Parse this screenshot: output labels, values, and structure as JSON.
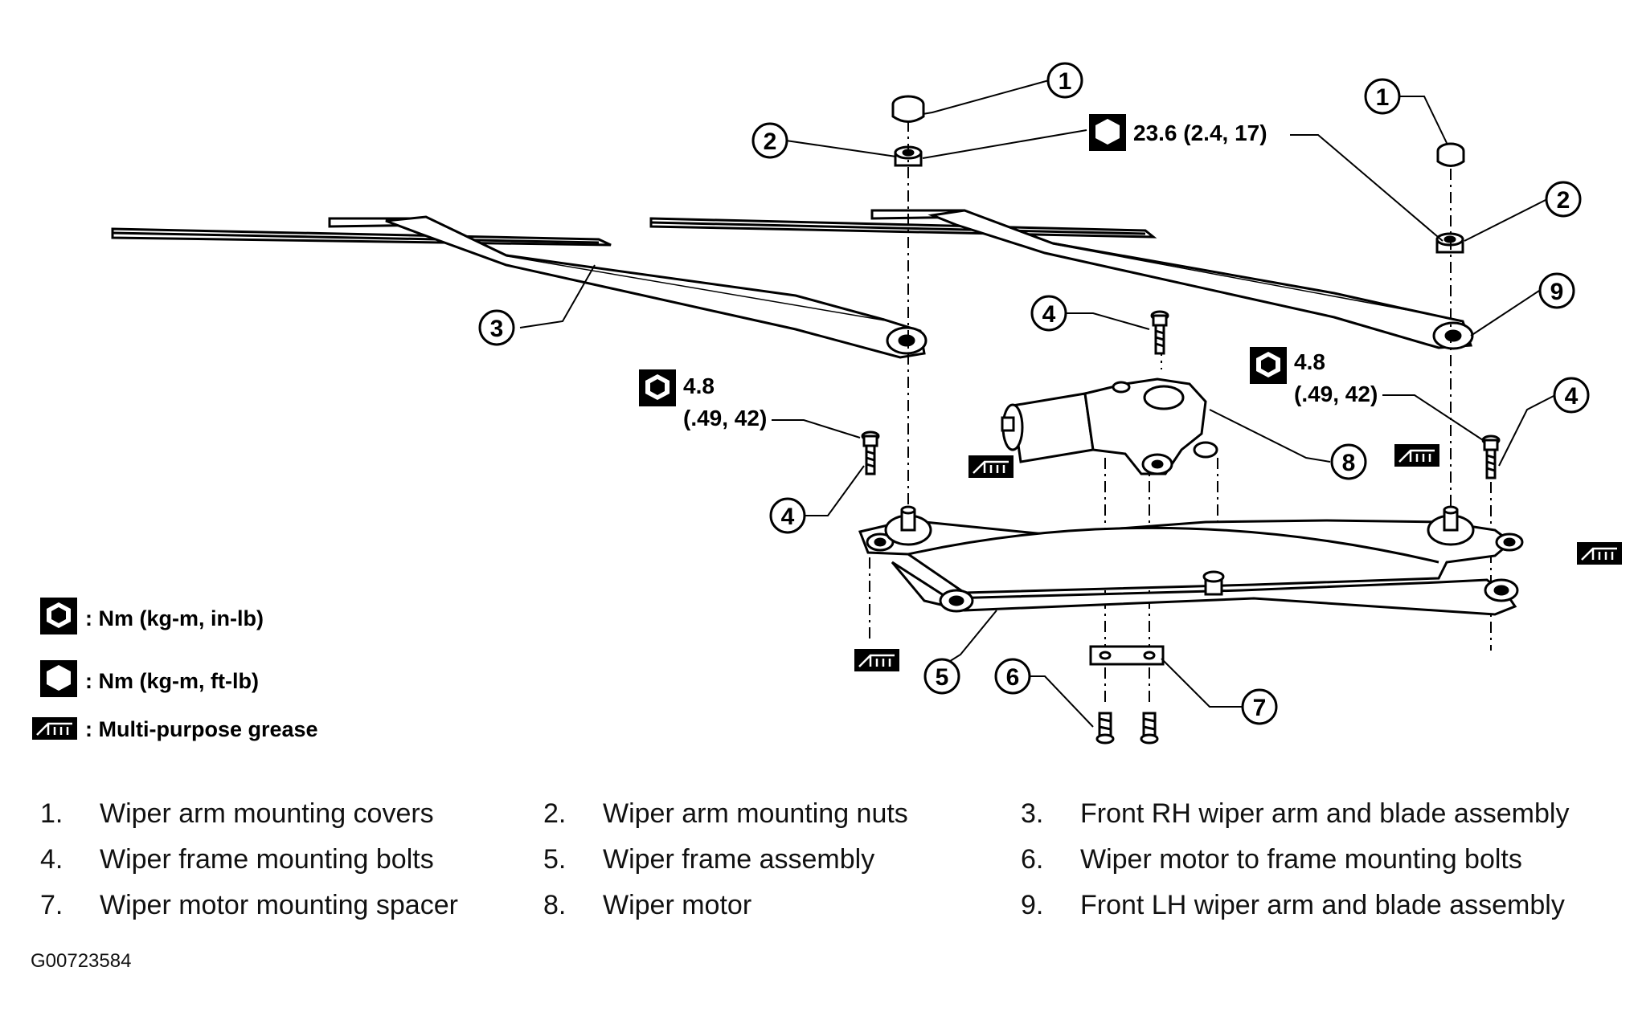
{
  "callouts": {
    "c1": "1",
    "c2": "2",
    "c3": "3",
    "c4": "4",
    "c5": "5",
    "c6": "6",
    "c7": "7",
    "c8": "8",
    "c9": "9"
  },
  "specs": {
    "nut_torque": "23.6 (2.4, 17)",
    "bolt_torque_value": "4.8",
    "bolt_torque_units": "(.49, 42)"
  },
  "legend": {
    "torque_in_lb": ": Nm (kg-m, in-lb)",
    "torque_ft_lb": ": Nm (kg-m, ft-lb)",
    "grease": ": Multi-purpose grease"
  },
  "parts": [
    {
      "num": "1.",
      "label": "Wiper arm mounting covers"
    },
    {
      "num": "2.",
      "label": "Wiper arm mounting nuts"
    },
    {
      "num": "3.",
      "label": "Front RH wiper arm and blade assembly"
    },
    {
      "num": "4.",
      "label": "Wiper frame mounting bolts"
    },
    {
      "num": "5.",
      "label": "Wiper frame assembly"
    },
    {
      "num": "6.",
      "label": "Wiper motor to frame mounting bolts"
    },
    {
      "num": "7.",
      "label": "Wiper motor mounting spacer"
    },
    {
      "num": "8.",
      "label": "Wiper motor"
    },
    {
      "num": "9.",
      "label": "Front LH wiper arm and blade assembly"
    }
  ],
  "figure_id": "G00723584"
}
